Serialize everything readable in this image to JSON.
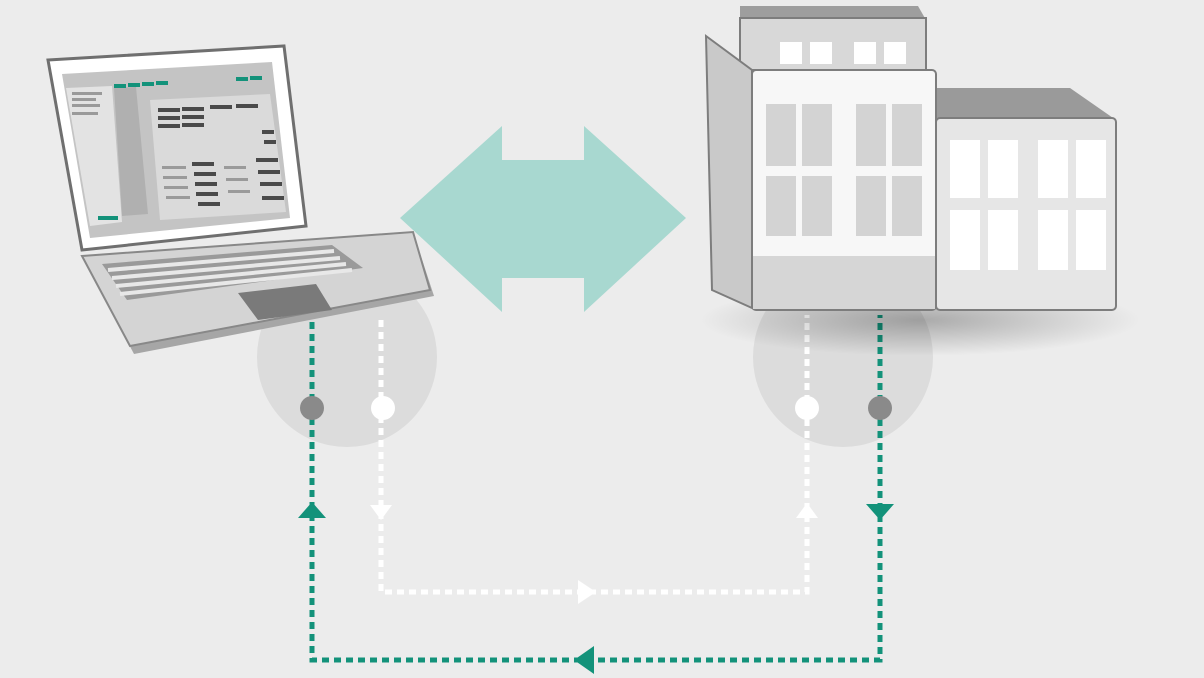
{
  "diagram": {
    "nodes": [
      {
        "id": "laptop",
        "icon": "laptop-icon"
      },
      {
        "id": "building",
        "icon": "building-icon"
      }
    ],
    "connections": [
      {
        "id": "sync-arrow",
        "type": "bidirectional",
        "from": "laptop",
        "to": "building"
      },
      {
        "id": "flow-white",
        "from": "laptop",
        "to": "building",
        "style": "dotted"
      },
      {
        "id": "flow-green",
        "from": "building",
        "to": "laptop",
        "style": "dotted"
      }
    ],
    "colors": {
      "background": "#ececec",
      "accent_green": "#13927a",
      "sync_arrow": "#a8d8d0",
      "flow_white": "#ffffff",
      "port_gray": "#8a8a8a",
      "circle_gray": "#dcdcdc"
    }
  }
}
